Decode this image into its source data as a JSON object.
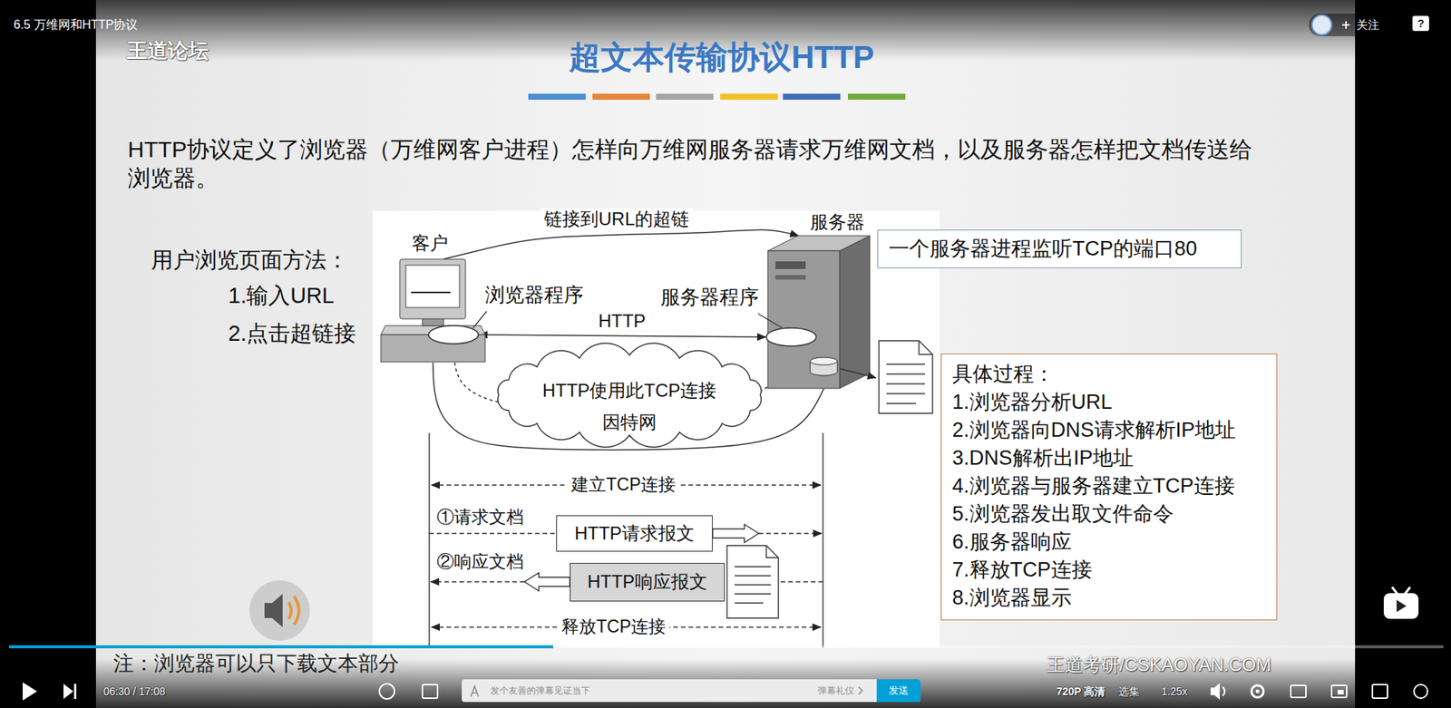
{
  "diagram": {
    "title": "超文本传输协议HTTP",
    "nodes": [
      {
        "text": [
          "客户"
        ]
      },
      {
        "text": [
          "浏览器程序"
        ],
        "in": 0
      },
      {
        "text": [
          "服务器"
        ]
      },
      {
        "text": [
          "服务器程序"
        ],
        "in": 2
      },
      {
        "text": [
          "一个服务器进程监听TCP的端口80"
        ]
      },
      {
        "text": [
          "HTTP使用此TCP连接",
          "因特网"
        ]
      },
      {
        "text": [
          "HTTP请求报文"
        ]
      },
      {
        "text": [
          "HTTP响应报文"
        ]
      },
      {
        "text": [
          "具体过程：",
          "1.浏览器分析URL",
          "2.浏览器向DNS请求解析IP地址",
          "3.DNS解析出IP地址",
          "4.浏览器与服务器建立TCP连接",
          "5.浏览器发出取文件命令",
          "6.服务器响应",
          "7.释放TCP连接",
          "8.浏览器显示"
        ]
      }
    ],
    "edges": [
      {
        "from": 0,
        "to": 2,
        "label": "链接到URL的超链",
        "arrow": "to"
      },
      {
        "from": 1,
        "to": 3,
        "label": "HTTP",
        "arrow": "both"
      },
      {
        "from": 1,
        "to": 3,
        "arrow": "none"
      },
      {
        "from": 0,
        "to": 2,
        "arrow": "none"
      }
    ],
    "labels": [
      "6.5 万维网和HTTP协议",
      "关注",
      "?",
      "王道论坛",
      "HTTP协议定义了浏览器（万维网客户进程）怎样向万维网服务器请求万维网文档，以及服务器怎样把文档传送给浏览器。",
      "用户浏览页面方法：",
      "1.输入URL",
      "2.点击超链接",
      "建立TCP连接",
      "①请求文档",
      "②响应文档",
      "释放TCP连接",
      "注：浏览器可以只下载文本部分",
      "06:30 / 17:08",
      "发个友善的弹幕见证当下",
      "弹幕礼仪",
      "发送",
      "720P 高清",
      "选集",
      "1.25x",
      "王道考研/CSKAOYAN.COM"
    ]
  }
}
